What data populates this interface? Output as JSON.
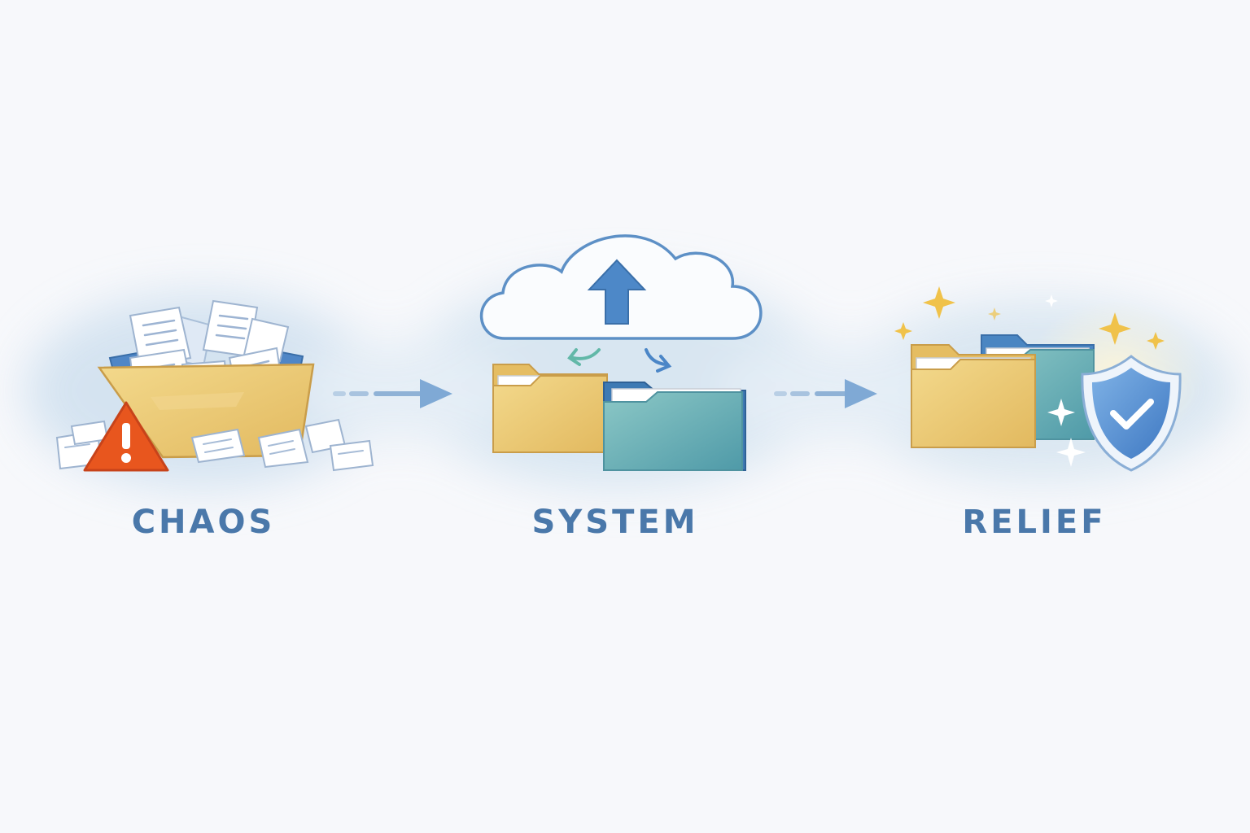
{
  "stages": [
    {
      "id": "chaos",
      "label": "CHAOS"
    },
    {
      "id": "system",
      "label": "SYSTEM"
    },
    {
      "id": "relief",
      "label": "RELIEF"
    }
  ],
  "colors": {
    "label": "#4a78aa",
    "background": "#f7f8fb",
    "wash": "#cfe0ef",
    "folder_yellow": "#eac976",
    "folder_teal": "#6db1b9",
    "accent_blue": "#4f8ccc",
    "warning": "#e8561e",
    "sparkle": "#f0c24a"
  },
  "icons": [
    "overflowing-folder-icon",
    "warning-icon",
    "cloud-upload-icon",
    "sync-arrows-icon",
    "folder-icon",
    "shield-check-icon",
    "sparkle-icon",
    "flow-arrow-icon"
  ]
}
